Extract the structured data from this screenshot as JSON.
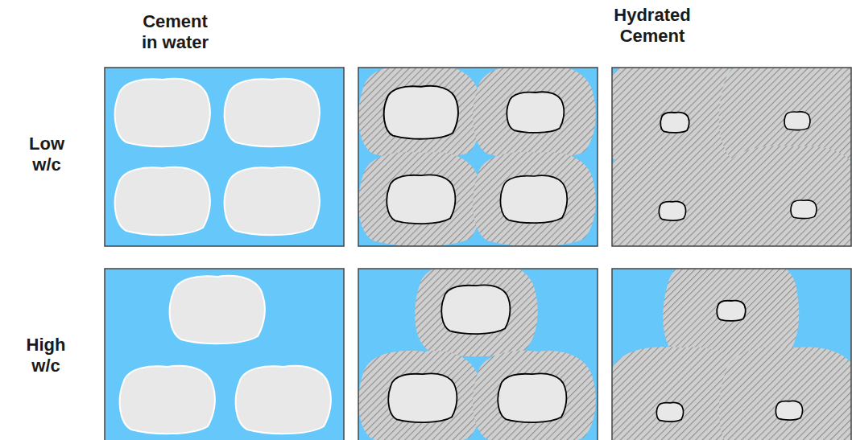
{
  "diagram": {
    "labels": [
      "Cement in water",
      "Hydrated Cement",
      "Low w/c",
      "High w/c"
    ]
  }
}
